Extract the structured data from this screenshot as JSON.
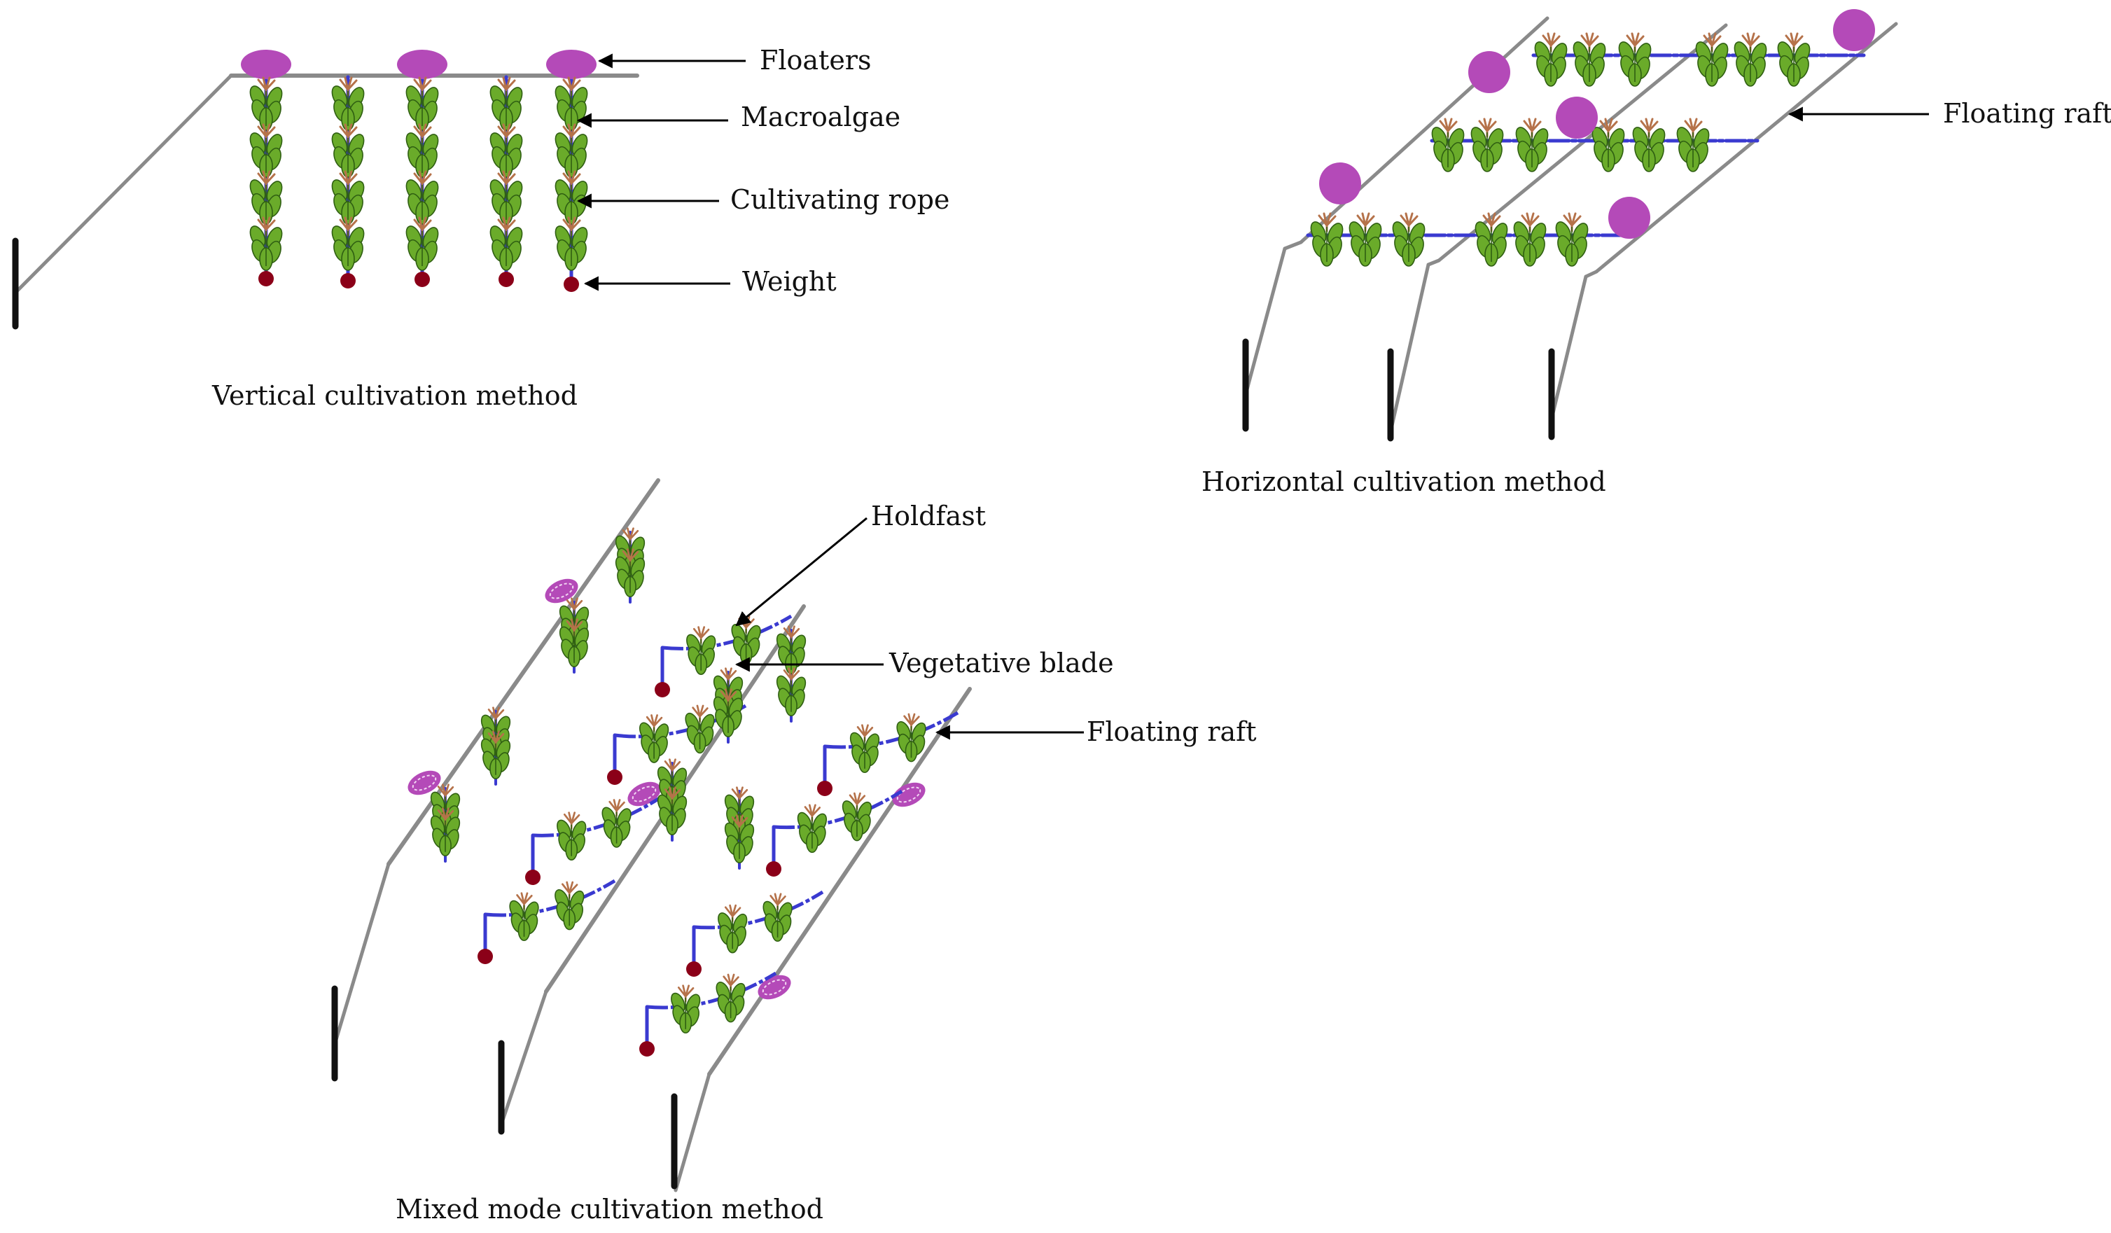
{
  "colors": {
    "frame": "#8a8a8a",
    "rope": "#3a3ad0",
    "floater": "#b44ab8",
    "floater_ring": "#f2d6f3",
    "weight": "#8b0018",
    "leaf": "#6aab2a",
    "leaf_dark": "#2f5f12",
    "holdfast": "#b5724a",
    "pole": "#111111",
    "arrow": "#000000"
  },
  "vertical": {
    "title": "Vertical cultivation method",
    "labels": {
      "floaters": "Floaters",
      "macroalgae": "Macroalgae",
      "rope": "Cultivating rope",
      "weight": "Weight"
    }
  },
  "horizontal": {
    "title": "Horizontal cultivation method",
    "labels": {
      "raft": "Floating raft"
    }
  },
  "mixed": {
    "title": "Mixed mode cultivation method",
    "labels": {
      "holdfast": "Holdfast",
      "blade": "Vegetative blade",
      "raft": "Floating raft"
    }
  }
}
